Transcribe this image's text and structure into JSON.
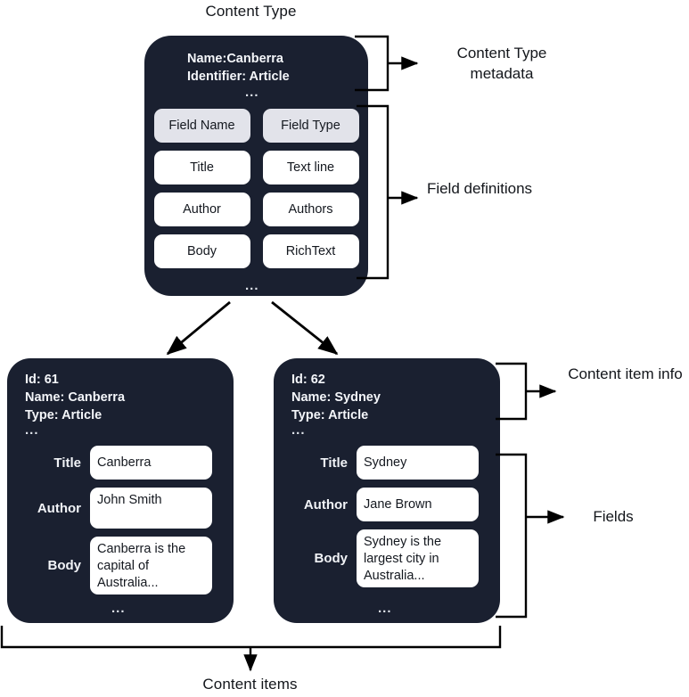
{
  "diagram": {
    "title_top": "Content Type",
    "title_bottom": "Content items",
    "annotations": {
      "content_type_metadata": "Content Type metadata",
      "field_definitions": "Field definitions",
      "content_item_info": "Content item info",
      "fields": "Fields"
    },
    "colors": {
      "card_background": "#1a2030",
      "header_chip": "#e2e3ea",
      "value_box": "#ffffff",
      "stroke": "#000000",
      "page_background": "#ffffff",
      "card_text": "#f4f6fa"
    },
    "ellipsis": "..."
  },
  "content_type": {
    "metadata_lines": "Name:Canberra\nIdentifier: Article",
    "name_label": "Name:Canberra",
    "identifier_label": "Identifier: Article",
    "table": {
      "headers": [
        "Field Name",
        "Field Type"
      ],
      "rows": [
        [
          "Title",
          "Text line"
        ],
        [
          "Author",
          "Authors"
        ],
        [
          "Body",
          "RichText"
        ]
      ]
    }
  },
  "content_items": [
    {
      "info_lines": "Id: 61\nName: Canberra\nType: Article",
      "id": "Id: 61",
      "name": "Name: Canberra",
      "type": "Type: Article",
      "fields": [
        {
          "label": "Title",
          "value": "Canberra"
        },
        {
          "label": "Author",
          "value": "John Smith"
        },
        {
          "label": "Body",
          "value": "Canberra is the capital of Australia..."
        }
      ]
    },
    {
      "info_lines": "Id: 62\nName: Sydney\nType: Article",
      "id": "Id: 62",
      "name": "Name: Sydney",
      "type": "Type: Article",
      "fields": [
        {
          "label": "Title",
          "value": "Sydney"
        },
        {
          "label": "Author",
          "value": "Jane Brown"
        },
        {
          "label": "Body",
          "value": "Sydney is the largest city in Australia..."
        }
      ]
    }
  ]
}
